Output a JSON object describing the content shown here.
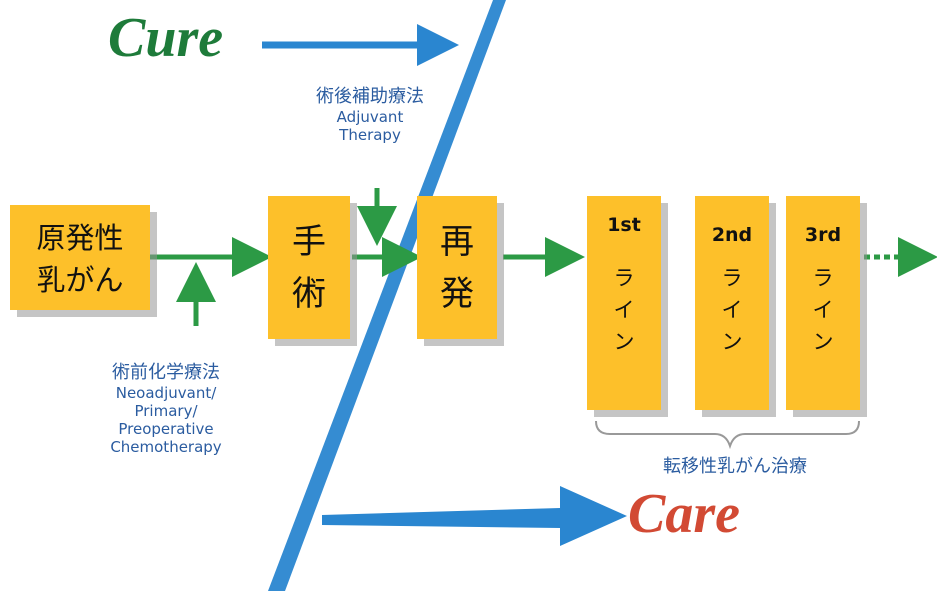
{
  "words": {
    "cure": "Cure",
    "care": "Care"
  },
  "colors": {
    "box": "#fdc02a",
    "arrow_green": "#2c9a45",
    "slash_blue": "#2a86d0",
    "text_blue": "#2b5ca0",
    "cure": "#1e7b3a",
    "care": "#d24a34"
  },
  "boxes": {
    "primary": {
      "line1": "原発性",
      "line2": "乳がん"
    },
    "surgery": {
      "text": "手術"
    },
    "recurrence": {
      "text": "再発"
    },
    "lines": [
      {
        "ordinal": "1st",
        "label": "ライン"
      },
      {
        "ordinal": "2nd",
        "label": "ライン"
      },
      {
        "ordinal": "3rd",
        "label": "ライン"
      }
    ]
  },
  "labels": {
    "adjuvant": {
      "jp": "術後補助療法",
      "en1": "Adjuvant",
      "en2": "Therapy"
    },
    "neoadjuvant": {
      "jp": "術前化学療法",
      "en1": "Neoadjuvant/",
      "en2": "Primary/",
      "en3": "Preoperative",
      "en4": "Chemotherapy"
    },
    "metastatic": {
      "jp": "転移性乳がん治療"
    }
  }
}
